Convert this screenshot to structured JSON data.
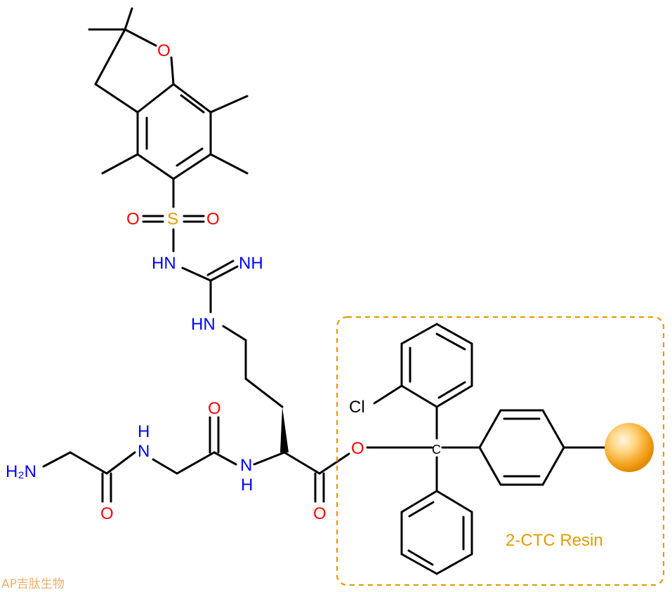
{
  "atoms": {
    "o_ring": "O",
    "s_sulfonyl": "S",
    "o_s_left": "O",
    "o_s_right": "O",
    "hn_sulfonamide": "HN",
    "nh_imine": "NH",
    "hn_guan": "HN",
    "h2n_terminal": "H₂N",
    "o_gly1": "O",
    "nh_gly2": "H\nN",
    "o_gly2": "O",
    "nh_arg": "N\nH",
    "o_arg_carbonyl": "O",
    "o_ester": "O",
    "c_trityl": "C",
    "cl": "Cl"
  },
  "resin_label": "2-CTC Resin",
  "watermark": "AP吉肽生物",
  "colors": {
    "oxygen": "#ff0000",
    "nitrogen": "#0000ff",
    "sulfur_and_resin": "#e59b00",
    "bond": "#000000"
  }
}
